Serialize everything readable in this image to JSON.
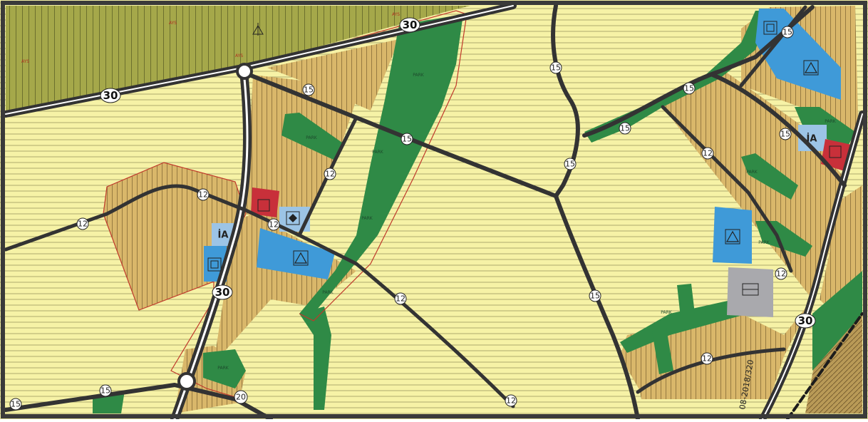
{
  "map": {
    "road_widths": {
      "main": "30",
      "secondary": "15",
      "local": "12",
      "minor": "20"
    },
    "area_labels": {
      "park": "PARK",
      "ays": "AYS"
    },
    "facility_labels": {
      "ia": "İA"
    },
    "plan_stamp": "08-2018/320",
    "colors": {
      "frame": "#3a3a3a",
      "residential_low": "#f6f2a6",
      "residential_dense": "#d9b76a",
      "park": "#2f8a46",
      "ays_zone": "#a5a84a",
      "education": "#3f9ad8",
      "health": "#9cc4e6",
      "commercial": "#c8303a",
      "government": "#a9a9ad",
      "road": "#333333",
      "plan_border": "#c0392b"
    },
    "icons": [
      "triangle-icon",
      "square-icon",
      "diamond-icon",
      "ays-marker-icon",
      "envelope-icon",
      "commercial-icon",
      "railway-icon"
    ]
  }
}
